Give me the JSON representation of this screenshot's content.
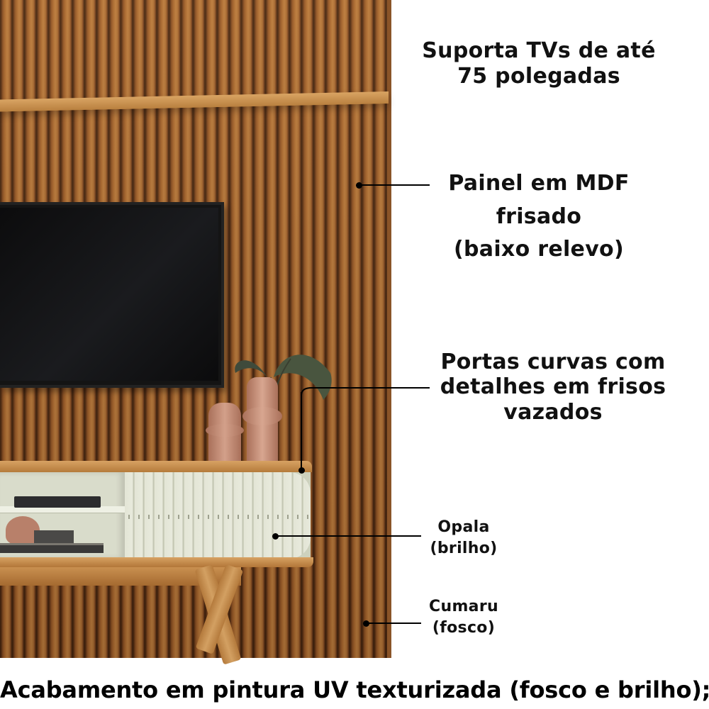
{
  "callouts": {
    "tv_support": {
      "line1": "Suporta TVs de até",
      "line2": "75 polegadas"
    },
    "panel": {
      "line1": "Painel em MDF",
      "line2": "frisado",
      "line3": "(baixo relevo)"
    },
    "doors": {
      "line1": "Portas curvas com",
      "line2": "detalhes em frisos",
      "line3": "vazados"
    },
    "opala": {
      "line1": "Opala",
      "line2": "(brilho)"
    },
    "cumaru": {
      "line1": "Cumaru",
      "line2": "(fosco)"
    }
  },
  "caption": "Acabamento em pintura UV texturizada (fosco e brilho);",
  "colors": {
    "wood": "#a8672e",
    "opala": "#cdd1bd",
    "text": "#111111"
  }
}
